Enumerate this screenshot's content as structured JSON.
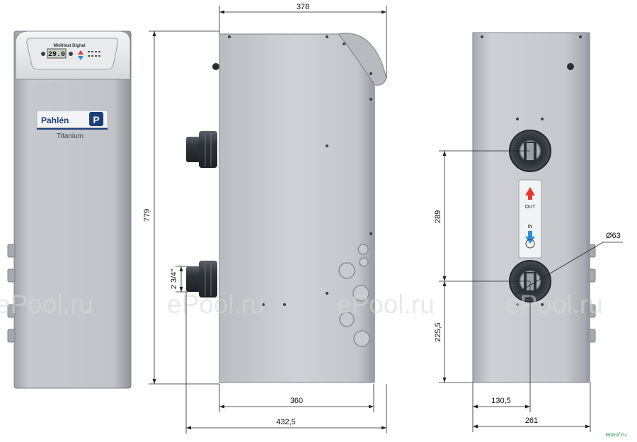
{
  "panel": {
    "title": "MidiHeat Digital",
    "display": "29.0"
  },
  "label": {
    "brand": "Pahlén",
    "model": "Titanium"
  },
  "ports": {
    "out": "OUT",
    "in": "IN"
  },
  "dimensions": {
    "top_width": "378",
    "height": "779",
    "connection": "2 3/4\"",
    "body_depth": "360",
    "total_depth": "432,5",
    "port_spacing": "289",
    "port_diameter": "Ø63",
    "port_height": "225,5",
    "port_offset": "130,5",
    "front_width": "261"
  },
  "watermarks": [
    "ePool.ru",
    "ePool.ru",
    "ePool.ru",
    "ePool.ru"
  ],
  "corner_mark": "epool.ru",
  "colors": {
    "body": "#c3c6cb",
    "body_shade": "#a9adb3",
    "dark": "#3a3f45",
    "brand": "#1c3f7a",
    "arrow_out": "#e03a2e",
    "arrow_in": "#2e8fd8"
  }
}
